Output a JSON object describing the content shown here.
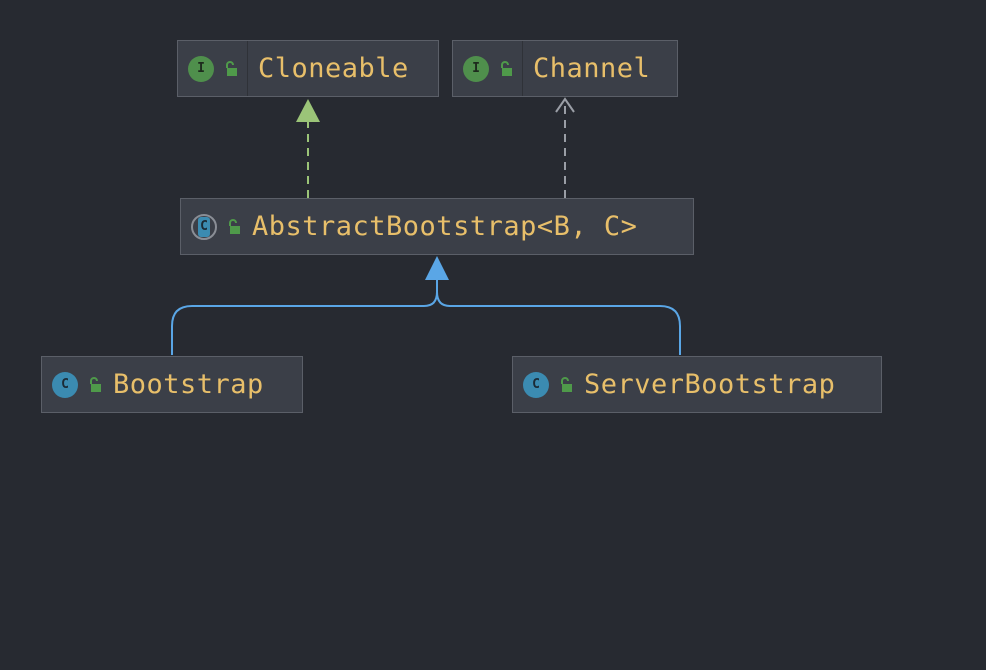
{
  "colors": {
    "background": "#272a31",
    "node_fill": "#3b3f48",
    "node_border": "#5b5f68",
    "class_name": "#e8bf6a",
    "interface_icon": "#4f8f4c",
    "class_icon": "#3b8bb1",
    "implements_edge": "#9bc478",
    "dependency_edge": "#9a9ea6",
    "extends_edge": "#5aa6e6"
  },
  "nodes": {
    "cloneable": {
      "name": "Cloneable",
      "kind": "interface",
      "icon_letter": "I",
      "visibility_icon": "unlock-icon"
    },
    "channel": {
      "name": "Channel",
      "kind": "interface",
      "icon_letter": "I",
      "visibility_icon": "unlock-icon"
    },
    "abstract_bootstrap": {
      "name": "AbstractBootstrap<B, C>",
      "kind": "abstract-class",
      "icon_letter": "C",
      "visibility_icon": "unlock-icon"
    },
    "bootstrap": {
      "name": "Bootstrap",
      "kind": "class",
      "icon_letter": "C",
      "visibility_icon": "unlock-icon"
    },
    "server_bootstrap": {
      "name": "ServerBootstrap",
      "kind": "class",
      "icon_letter": "C",
      "visibility_icon": "unlock-icon"
    }
  },
  "edges": [
    {
      "from": "AbstractBootstrap<B, C>",
      "to": "Cloneable",
      "relation": "implements"
    },
    {
      "from": "AbstractBootstrap<B, C>",
      "to": "Channel",
      "relation": "dependency"
    },
    {
      "from": "Bootstrap",
      "to": "AbstractBootstrap<B, C>",
      "relation": "extends"
    },
    {
      "from": "ServerBootstrap",
      "to": "AbstractBootstrap<B, C>",
      "relation": "extends"
    }
  ]
}
